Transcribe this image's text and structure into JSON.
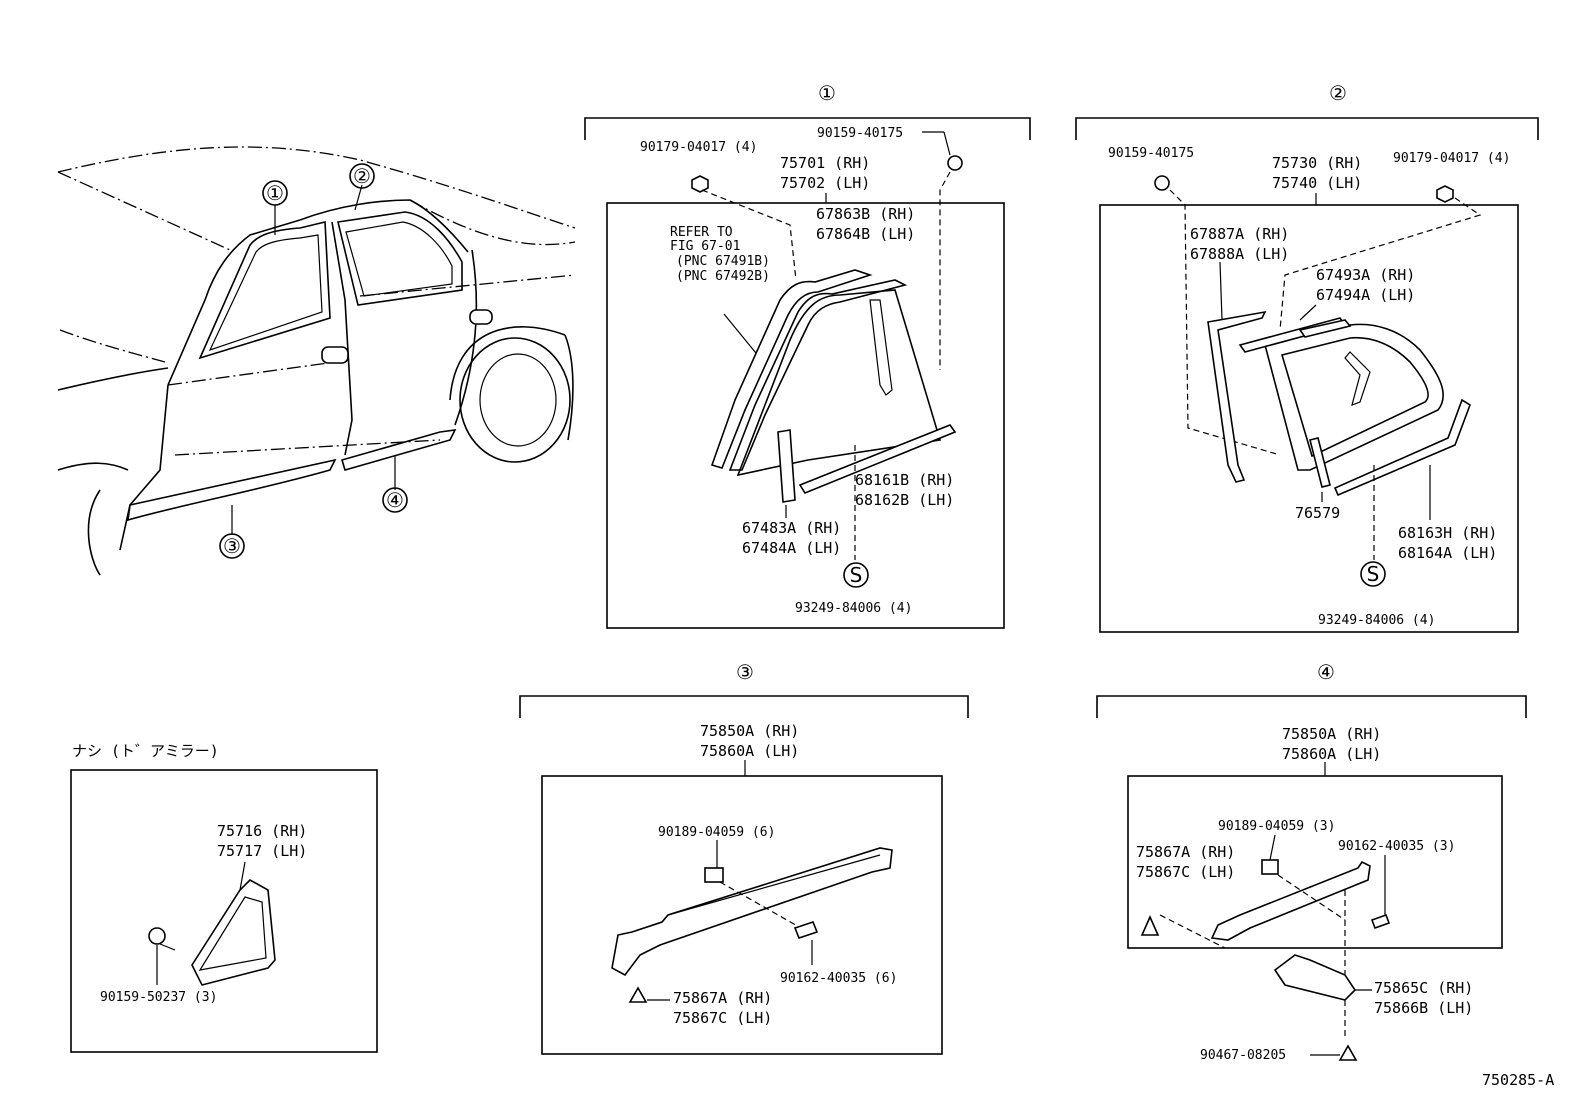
{
  "diagram_id": "750285-A",
  "callouts": {
    "c1": "①",
    "c2": "②",
    "c3": "③",
    "c4": "④"
  },
  "section1": {
    "number": "①",
    "top_bolt": "90159-40175",
    "nut": "90179-04017 (4)",
    "main_rh": "75701 (RH)",
    "main_lh": "75702 (LH)",
    "refer1": "REFER TO",
    "refer2": "FIG 67-01",
    "refer3": "(PNC 67491B)",
    "refer4": "(PNC 67492B)",
    "w1_rh": "67863B (RH)",
    "w1_lh": "67864B (LH)",
    "w2_rh": "68161B (RH)",
    "w2_lh": "68162B (LH)",
    "w3_rh": "67483A (RH)",
    "w3_lh": "67484A (LH)",
    "s": "S",
    "clip": "93249-84006 (4)"
  },
  "section2": {
    "number": "②",
    "bolt": "90159-40175",
    "nut": "90179-04017 (4)",
    "main_rh": "75730 (RH)",
    "main_lh": "75740 (LH)",
    "w1_rh": "67887A (RH)",
    "w1_lh": "67888A (LH)",
    "w2_rh": "67493A (RH)",
    "w2_lh": "67494A (LH)",
    "part": "76579",
    "w3_rh": "68163H (RH)",
    "w3_lh": "68164A (LH)",
    "s": "S",
    "clip": "93249-84006 (4)"
  },
  "section3": {
    "number": "③",
    "main_rh": "75850A (RH)",
    "main_lh": "75860A (LH)",
    "clip": "90189-04059 (6)",
    "screw": "90162-40035 (6)",
    "pin_rh": "75867A (RH)",
    "pin_lh": "75867C (LH)"
  },
  "section4": {
    "number": "④",
    "main_rh": "75850A (RH)",
    "main_lh": "75860A (LH)",
    "clip": "90189-04059 (3)",
    "screw": "90162-40035 (3)",
    "pin_rh": "75867A (RH)",
    "pin_lh": "75867C (LH)",
    "bracket_rh": "75865C (RH)",
    "bracket_lh": "75866B (LH)",
    "fastener": "90467-08205"
  },
  "mirror": {
    "heading": "ナシ (ト゛アミラー)",
    "cover_rh": "75716 (RH)",
    "cover_lh": "75717 (LH)",
    "bolt": "90159-50237 (3)"
  }
}
